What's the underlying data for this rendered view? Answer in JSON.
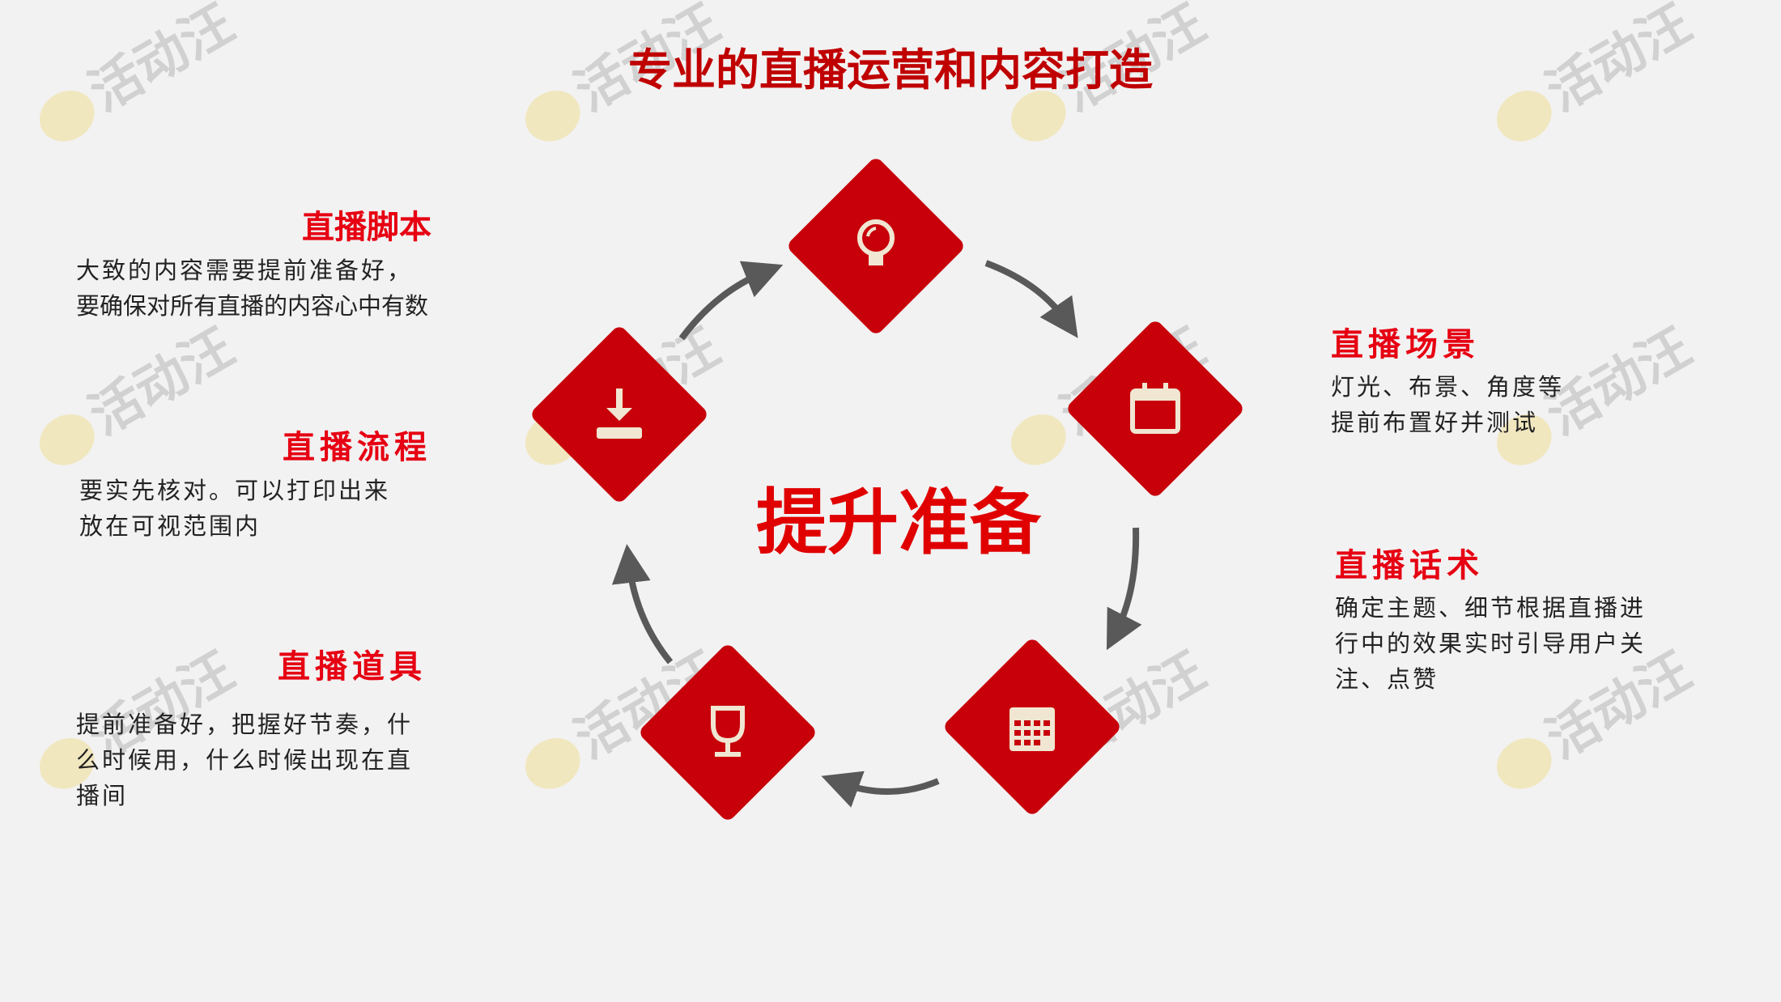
{
  "title": "专业的直播运营和内容打造",
  "center_label": "提升准备",
  "watermark": "活动汪",
  "items": [
    {
      "title": "直播脚本",
      "body": [
        "大致的内容需要提前准备好，",
        "要确保对所有直播的内容心中有数"
      ],
      "icon": "lightbulb-icon"
    },
    {
      "title": "直播场景",
      "body": [
        "灯光、布景、角度等",
        "提前布置好并测试"
      ],
      "icon": "calendar-icon"
    },
    {
      "title": "直播话术",
      "body": [
        "确定主题、细节根据直播进",
        "行中的效果实时引导用户关",
        "注、点赞"
      ],
      "icon": "calendar-grid-icon"
    },
    {
      "title": "直播道具",
      "body": [
        "提前准备好，把握好节奏，什",
        "么时候用，什么时候出现在直",
        "播间"
      ],
      "icon": "trophy-icon"
    },
    {
      "title": "直播流程",
      "body": [
        "要实先核对。可以打印出来",
        "放在可视范围内"
      ],
      "icon": "download-icon"
    }
  ],
  "colors": {
    "accent": "#c8000a",
    "heading": "#e60012",
    "arrow": "#595959"
  }
}
